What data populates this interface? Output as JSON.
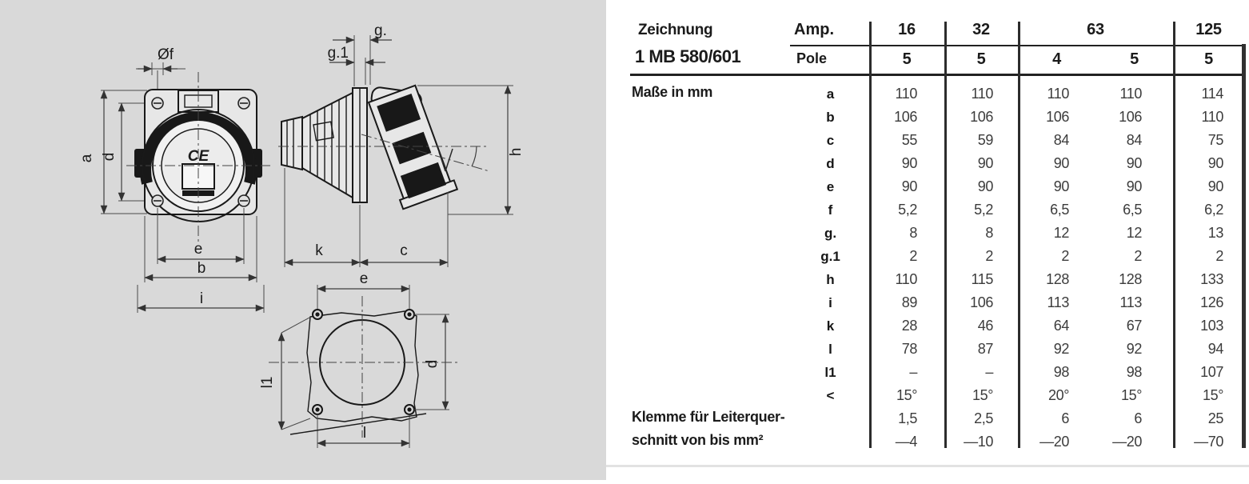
{
  "page": {
    "panel_bg": "#d9d9d9",
    "table_bg": "#ffffff",
    "line_color": "#222222"
  },
  "drawing": {
    "front": {
      "f": "Øf",
      "a": "a",
      "d": "d",
      "e": "e",
      "b": "b",
      "i": "i",
      "ce": "CE"
    },
    "side": {
      "g": "g.",
      "g1": "g.1",
      "h": "h",
      "k": "k",
      "c": "c"
    },
    "bottom": {
      "e": "e",
      "d": "d",
      "l1": "l1",
      "l": "l"
    }
  },
  "table": {
    "zeichnung_label": "Zeichnung",
    "zeichnung_value": "1 MB 580/601",
    "amp_label": "Amp.",
    "pole_label": "Pole",
    "amp_headers": [
      "16",
      "32",
      "63",
      "125"
    ],
    "pole_values": [
      "5",
      "5",
      "4",
      "5",
      "5"
    ],
    "masse_label": "Maße in mm",
    "klemme_line1": "Klemme für Leiterquer-",
    "klemme_line2": "schnitt von bis mm²",
    "rows": [
      {
        "dim": "a",
        "values": [
          "110",
          "110",
          "110",
          "110",
          "114"
        ]
      },
      {
        "dim": "b",
        "values": [
          "106",
          "106",
          "106",
          "106",
          "110"
        ]
      },
      {
        "dim": "c",
        "values": [
          "55",
          "59",
          "84",
          "84",
          "75"
        ]
      },
      {
        "dim": "d",
        "values": [
          "90",
          "90",
          "90",
          "90",
          "90"
        ]
      },
      {
        "dim": "e",
        "values": [
          "90",
          "90",
          "90",
          "90",
          "90"
        ]
      },
      {
        "dim": "f",
        "values": [
          "5,2",
          "5,2",
          "6,5",
          "6,5",
          "6,2"
        ]
      },
      {
        "dim": "g.",
        "values": [
          "8",
          "8",
          "12",
          "12",
          "13"
        ]
      },
      {
        "dim": "g.1",
        "values": [
          "2",
          "2",
          "2",
          "2",
          "2"
        ]
      },
      {
        "dim": "h",
        "values": [
          "110",
          "115",
          "128",
          "128",
          "133"
        ]
      },
      {
        "dim": "i",
        "values": [
          "89",
          "106",
          "113",
          "113",
          "126"
        ]
      },
      {
        "dim": "k",
        "values": [
          "28",
          "46",
          "64",
          "67",
          "103"
        ]
      },
      {
        "dim": "l",
        "values": [
          "78",
          "87",
          "92",
          "92",
          "94"
        ]
      },
      {
        "dim": "l1",
        "values": [
          "–",
          "–",
          "98",
          "98",
          "107"
        ]
      },
      {
        "dim": "<",
        "values": [
          "15°",
          "15°",
          "20°",
          "15°",
          "15°"
        ]
      },
      {
        "dim": "",
        "values": [
          "1,5",
          "2,5",
          "6",
          "6",
          "25"
        ]
      },
      {
        "dim": "",
        "values": [
          "—4",
          "—10",
          "—20",
          "—20",
          "—70"
        ]
      }
    ]
  }
}
